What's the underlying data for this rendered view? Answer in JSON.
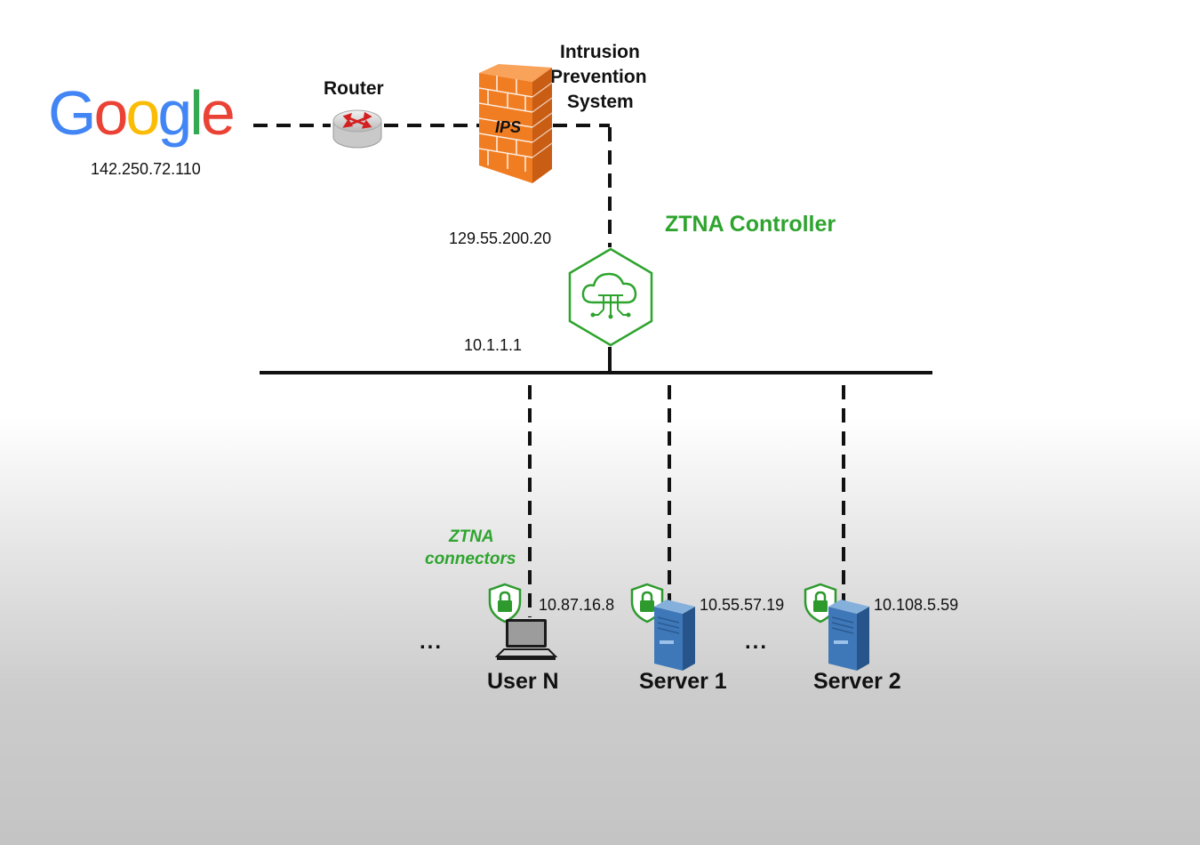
{
  "internet": {
    "logo_text": "Google",
    "logo_colors": [
      "#4285F4",
      "#EA4335",
      "#FBBC05",
      "#4285F4",
      "#34A853",
      "#EA4335"
    ],
    "ip": "142.250.72.110"
  },
  "router": {
    "label": "Router",
    "icon": "router-icon"
  },
  "ips": {
    "label_lines": [
      "Intrusion",
      "Prevention",
      "System"
    ],
    "badge": "IPS",
    "icon": "firewall-icon",
    "color": "#f07d22"
  },
  "controller": {
    "label": "ZTNA Controller",
    "external_ip": "129.55.200.20",
    "internal_ip": "10.1.1.1",
    "icon": "cloud-hexagon-icon",
    "color": "#2ea42e"
  },
  "connectors": {
    "label_lines": [
      "ZTNA",
      "connectors"
    ],
    "icon": "shield-lock-icon",
    "color": "#2ea42e"
  },
  "hosts": [
    {
      "name": "User N",
      "ip": "10.87.16.8",
      "icon": "laptop-icon"
    },
    {
      "name": "Server 1",
      "ip": "10.55.57.19",
      "icon": "server-icon"
    },
    {
      "name": "Server 2",
      "ip": "10.108.5.59",
      "icon": "server-icon"
    }
  ],
  "ellipsis_left": "...",
  "ellipsis_mid": "..."
}
